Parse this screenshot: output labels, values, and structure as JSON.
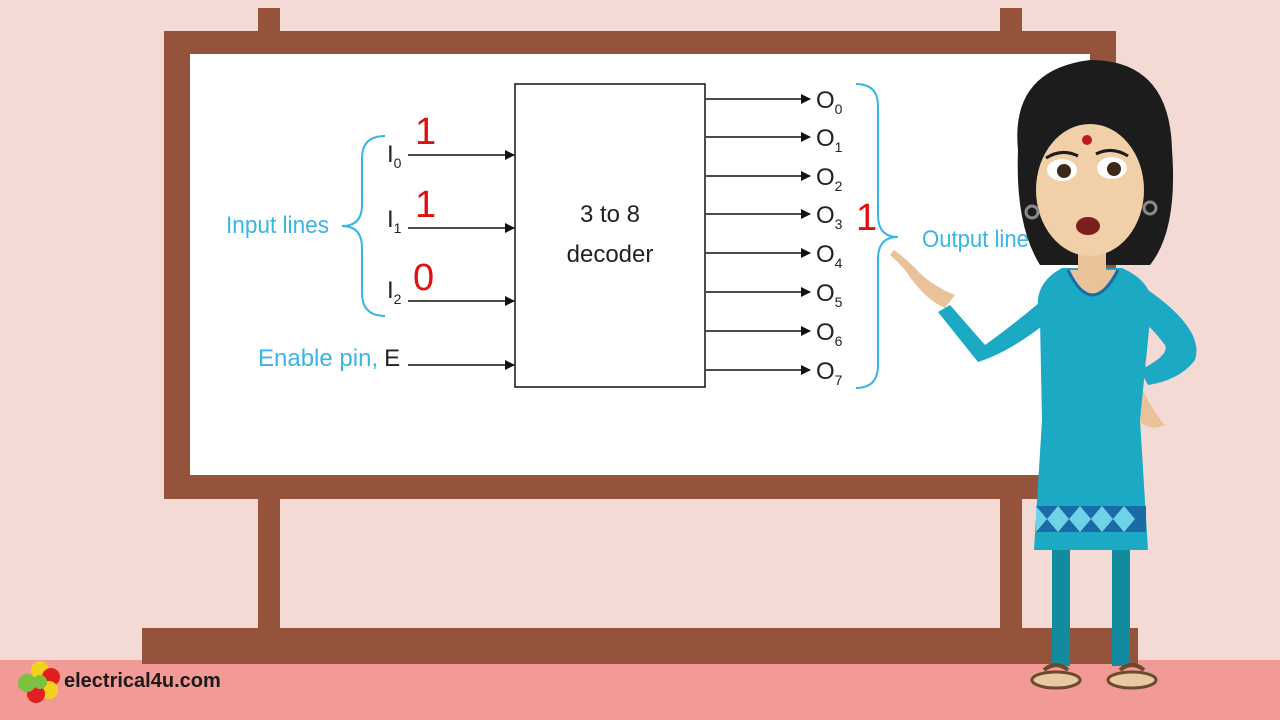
{
  "diagram": {
    "decoder_label_line1": "3 to 8",
    "decoder_label_line2": "decoder",
    "input_group_label": "Input lines",
    "output_group_label": "Output lines",
    "enable_label": "Enable pin,",
    "enable_symbol": "E",
    "inputs": [
      {
        "letter": "I",
        "sub": "0",
        "value": "1"
      },
      {
        "letter": "I",
        "sub": "1",
        "value": "1"
      },
      {
        "letter": "I",
        "sub": "2",
        "value": "0"
      }
    ],
    "outputs": [
      {
        "letter": "O",
        "sub": "0"
      },
      {
        "letter": "O",
        "sub": "1"
      },
      {
        "letter": "O",
        "sub": "2"
      },
      {
        "letter": "O",
        "sub": "3"
      },
      {
        "letter": "O",
        "sub": "4"
      },
      {
        "letter": "O",
        "sub": "5"
      },
      {
        "letter": "O",
        "sub": "6"
      },
      {
        "letter": "O",
        "sub": "7"
      }
    ],
    "active_output_value": "1"
  },
  "branding": {
    "site": "electrical4u.com"
  },
  "colors": {
    "background": "#f3dad5",
    "wood": "#96533b",
    "floor": "#f29a96",
    "label_blue": "#3bb4e6",
    "value_red": "#e01010",
    "dress_teal": "#1ca9c4"
  }
}
